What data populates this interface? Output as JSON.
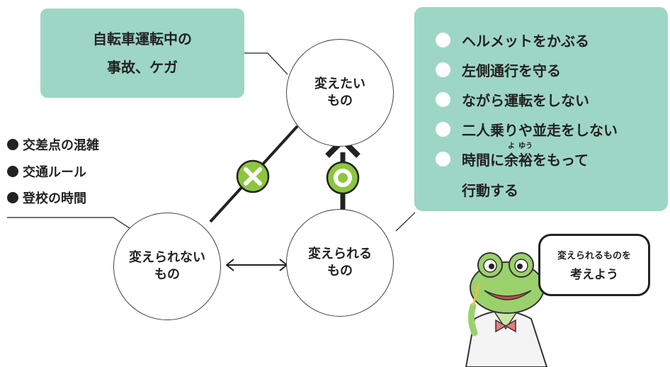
{
  "problem_box": {
    "line1": "自転車運転中の",
    "line2": "事故、ケガ"
  },
  "circles": {
    "want_change": {
      "line1": "変えたい",
      "line2": "もの"
    },
    "cannot_change": {
      "line1": "変えられない",
      "line2": "もの"
    },
    "can_change": {
      "line1": "変えられる",
      "line2": "もの"
    }
  },
  "factors": [
    "交差点の混雑",
    "交通ルール",
    "登校の時間"
  ],
  "actions": [
    "ヘルメットをかぶる",
    "左側通行を守る",
    "ながら運転をしない",
    "二人乗りや並走をしない"
  ],
  "action5": {
    "pre": "時間に",
    "ruby1_base": "余",
    "ruby1_text": "よ",
    "ruby2_base": "裕",
    "ruby2_text": "ゆう",
    "post": "をもって",
    "line2": "行動する"
  },
  "speech_bubble": {
    "line1": "変えられるものを",
    "line2": "考えよう"
  },
  "colors": {
    "box_green": "#9ed6c5",
    "mark_green": "#8cc63e"
  }
}
